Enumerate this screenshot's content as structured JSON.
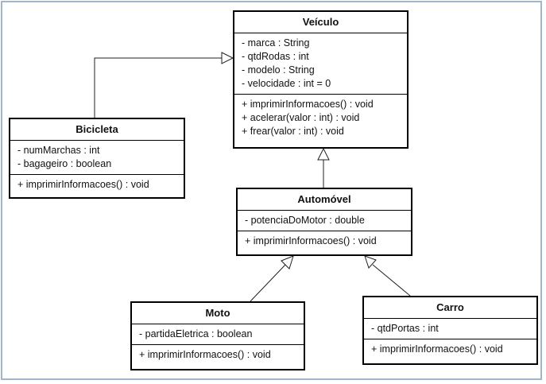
{
  "diagram": {
    "classes": {
      "veiculo": {
        "name": "Veículo",
        "attributes": [
          "- marca : String",
          "- qtdRodas : int",
          "- modelo : String",
          "- velocidade : int = 0"
        ],
        "operations": [
          "+ imprimirInformacoes() : void",
          "+ acelerar(valor : int) : void",
          "+ frear(valor : int) : void"
        ]
      },
      "bicicleta": {
        "name": "Bicicleta",
        "attributes": [
          "- numMarchas : int",
          "- bagageiro : boolean"
        ],
        "operations": [
          "+ imprimirInformacoes() : void"
        ]
      },
      "automovel": {
        "name": "Automóvel",
        "attributes": [
          "- potenciaDoMotor : double"
        ],
        "operations": [
          "+ imprimirInformacoes() : void"
        ]
      },
      "moto": {
        "name": "Moto",
        "attributes": [
          "- partidaEletrica : boolean"
        ],
        "operations": [
          "+ imprimirInformacoes() : void"
        ]
      },
      "carro": {
        "name": "Carro",
        "attributes": [
          "- qtdPortas : int"
        ],
        "operations": [
          "+ imprimirInformacoes() : void"
        ]
      }
    },
    "generalizations": [
      {
        "child": "bicicleta",
        "parent": "veiculo"
      },
      {
        "child": "automovel",
        "parent": "veiculo"
      },
      {
        "child": "moto",
        "parent": "automovel"
      },
      {
        "child": "carro",
        "parent": "automovel"
      }
    ]
  }
}
